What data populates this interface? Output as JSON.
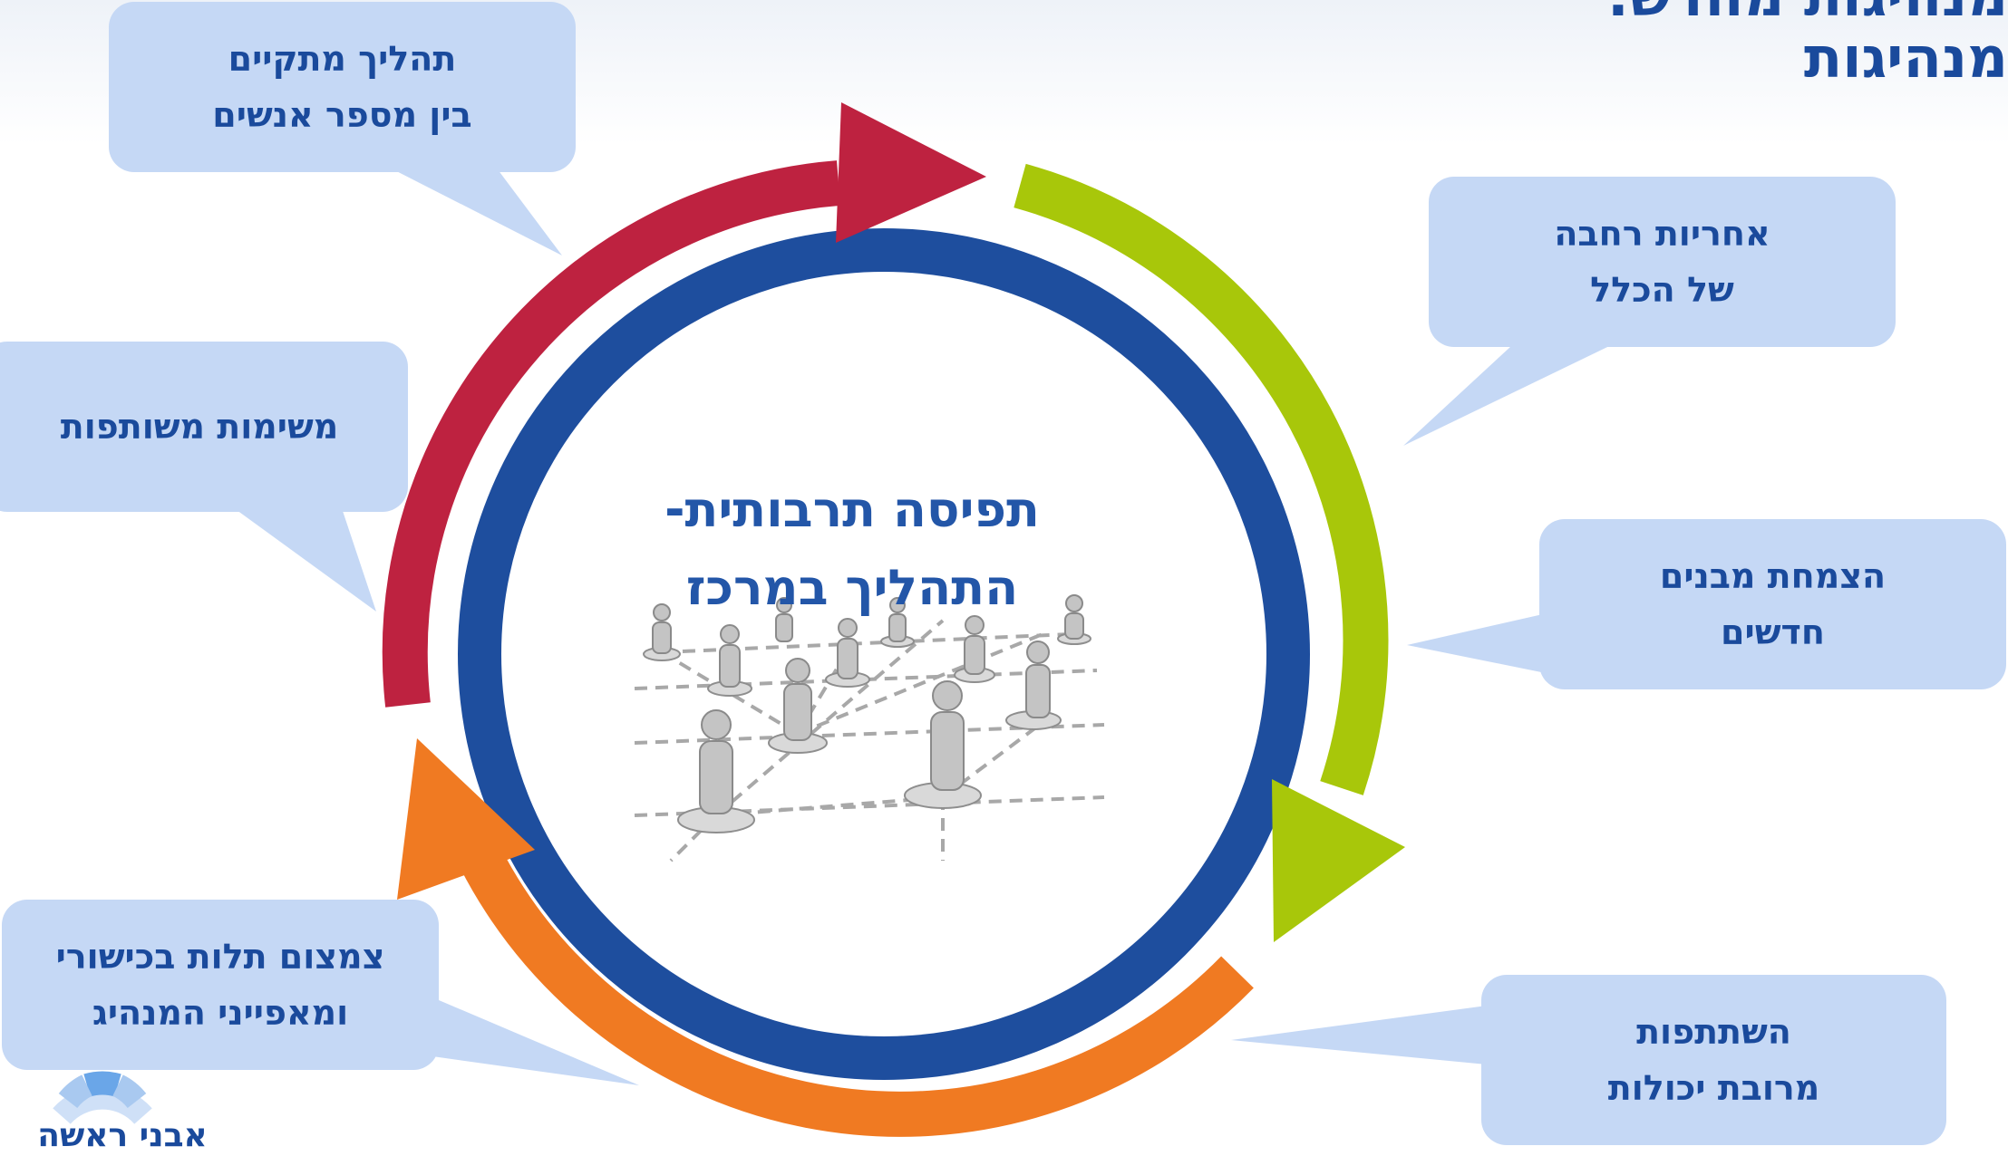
{
  "title": {
    "line1": "מנהיגות מחדש:",
    "line2": "מנהיגות"
  },
  "center": {
    "line1": "תפיסה תרבותית-",
    "line2": "התהליך  במרכז"
  },
  "bubbles": [
    {
      "line1": "תהליך מתקיים",
      "line2": "בין  מספר אנשים"
    },
    {
      "line1": "אחריות רחבה",
      "line2": "של הכלל"
    },
    {
      "line1": "משימות משותפות",
      "line2": ""
    },
    {
      "line1": "הצמחת  מבנים",
      "line2": "חדשים"
    },
    {
      "line1": "צמצום תלות בכישורי",
      "line2": "ומאפייני המנהיג"
    },
    {
      "line1": "השתתפות",
      "line2": "מרובת יכולות"
    }
  ],
  "logo": {
    "text": "אבני ראשה"
  },
  "colors": {
    "bubble": "#c5d8f5",
    "title": "#1a4a9c",
    "ring": "#1e4e9e",
    "arrow_red": "#be2240",
    "arrow_green": "#a8c70a",
    "arrow_orange": "#f07a22"
  }
}
